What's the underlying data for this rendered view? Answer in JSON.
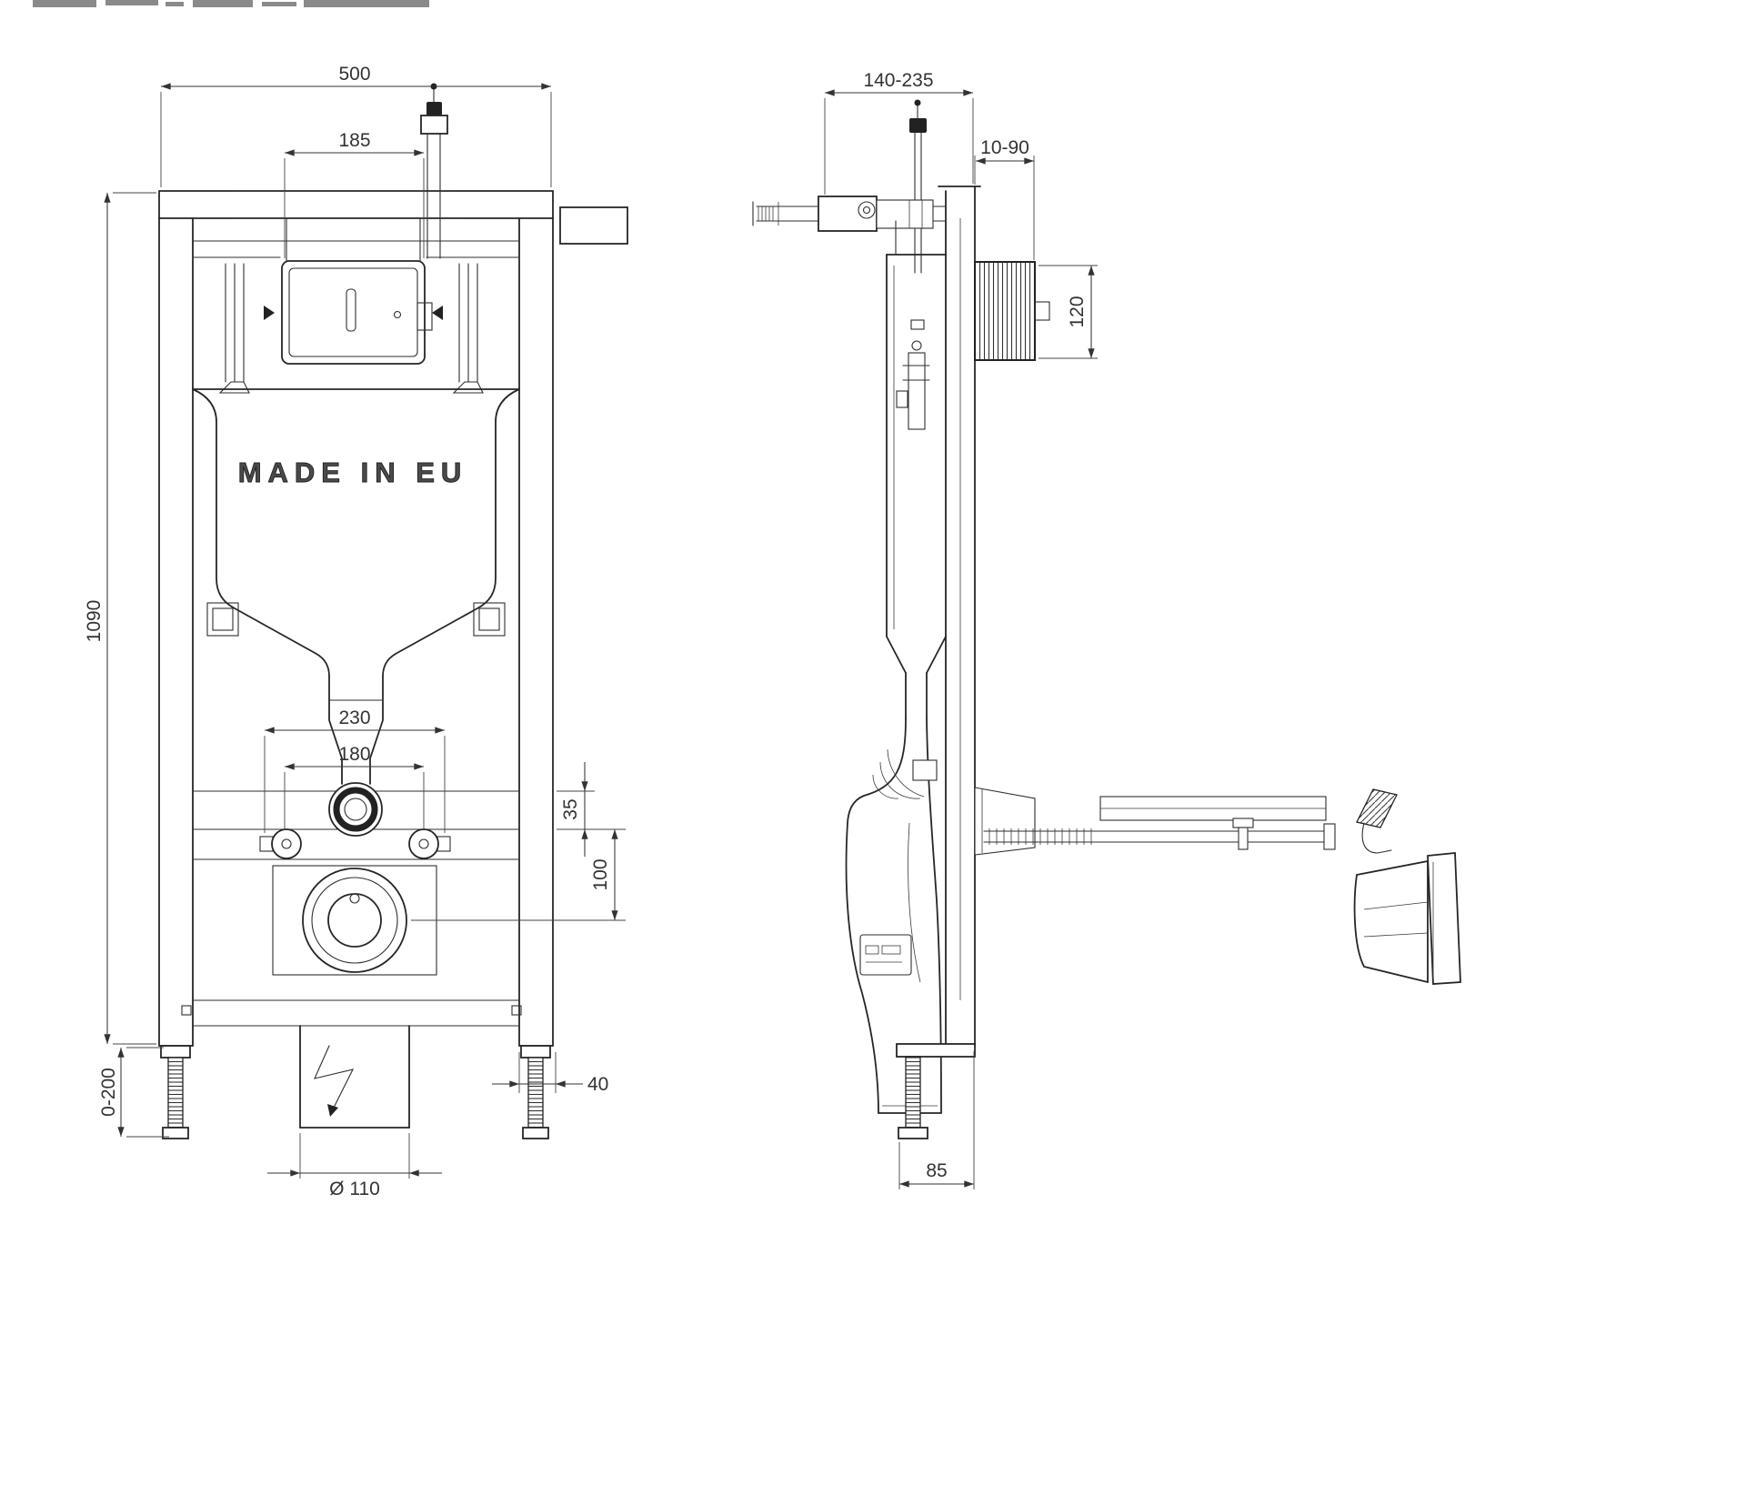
{
  "front": {
    "made_in": "MADE IN EU",
    "dim_width": "500",
    "dim_flush_box": "185",
    "dim_height": "1090",
    "dim_bolt_outer": "230",
    "dim_bolt_inner": "180",
    "dim_35": "35",
    "dim_100": "100",
    "dim_leg": "0-200",
    "dim_drain": "Ø 110",
    "dim_40": "40"
  },
  "side": {
    "dim_depth": "140-235",
    "dim_wall": "10-90",
    "dim_120": "120",
    "dim_85": "85"
  }
}
